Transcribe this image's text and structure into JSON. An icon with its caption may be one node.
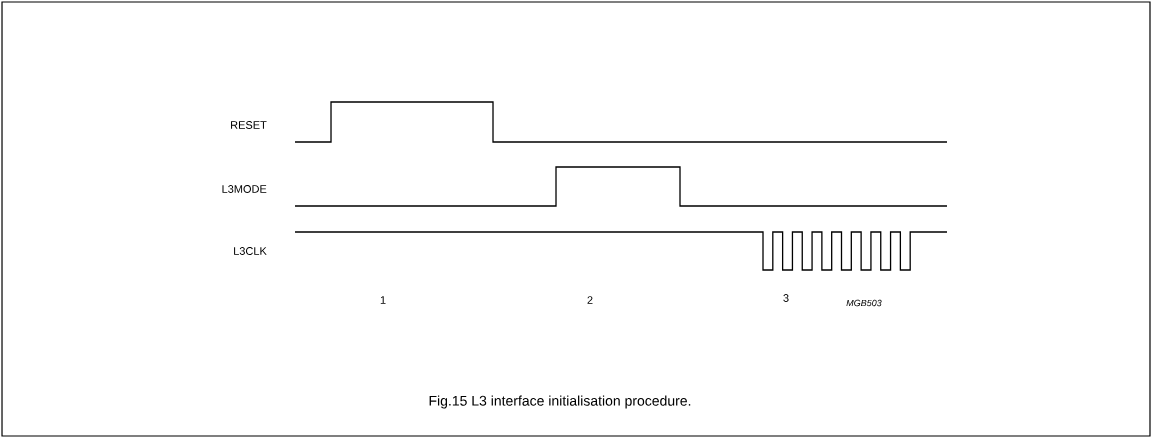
{
  "diagram": {
    "caption": "Fig.15  L3 interface initialisation procedure.",
    "labels": [
      "RESET",
      "L3MODE",
      "L3CLK",
      "1",
      "2",
      "3",
      "MGB503"
    ]
  }
}
